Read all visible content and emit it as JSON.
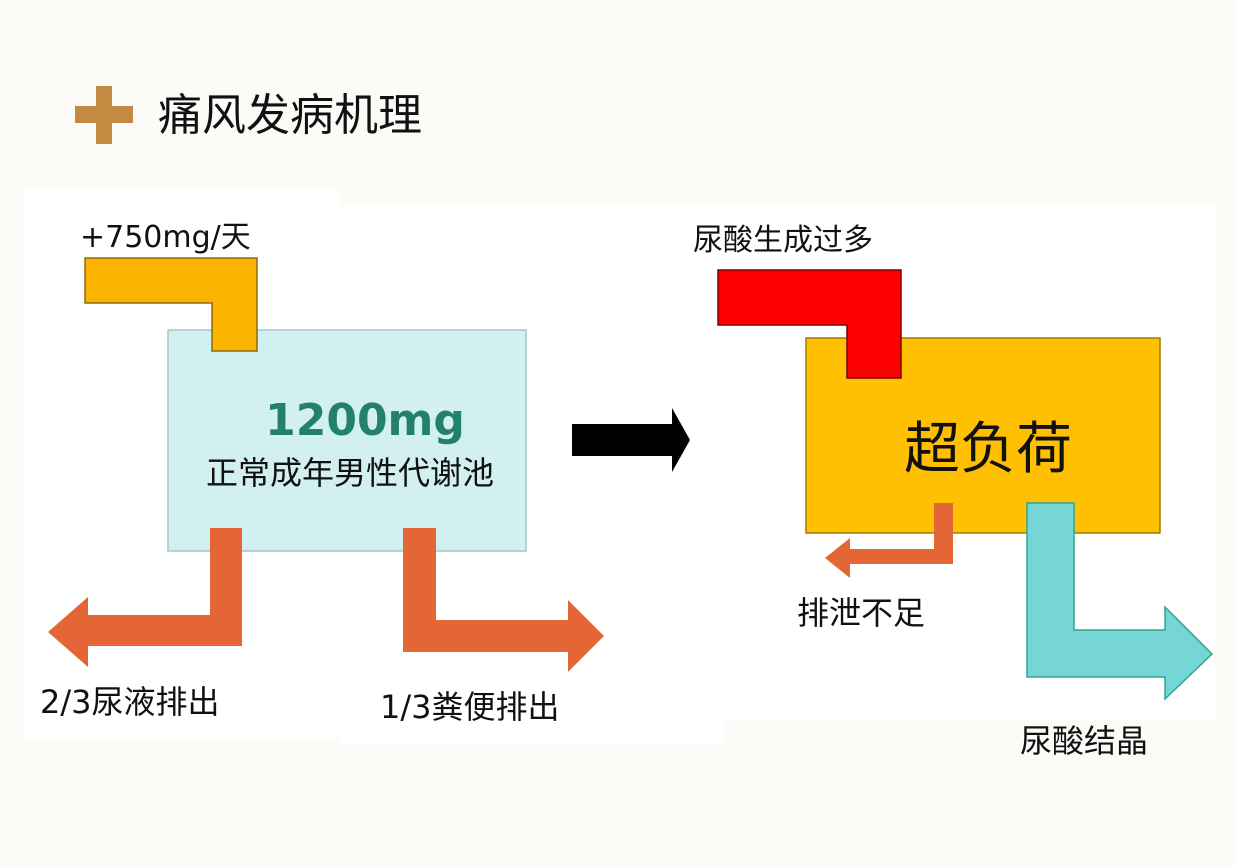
{
  "title": "痛风发病机理",
  "colors": {
    "title_plus": "#c48a42",
    "intake": "#fbb300",
    "pool": "#d3f0f1",
    "pool_value": "#23806f",
    "outflow": "#e46535",
    "overproduction": "#ff0000",
    "overload": "#fec000",
    "crystal": "#76d6d6",
    "transition_arrow": "#000000"
  },
  "normal": {
    "intake_label": "+750mg/天",
    "pool_amount": "1200mg",
    "pool_label": "正常成年男性代谢池",
    "urine_label": "2/3尿液排出",
    "feces_label": "1/3粪便排出"
  },
  "gout": {
    "production_label": "尿酸生成过多",
    "overload_label": "超负荷",
    "excretion_label": "排泄不足",
    "crystal_label": "尿酸结晶"
  }
}
